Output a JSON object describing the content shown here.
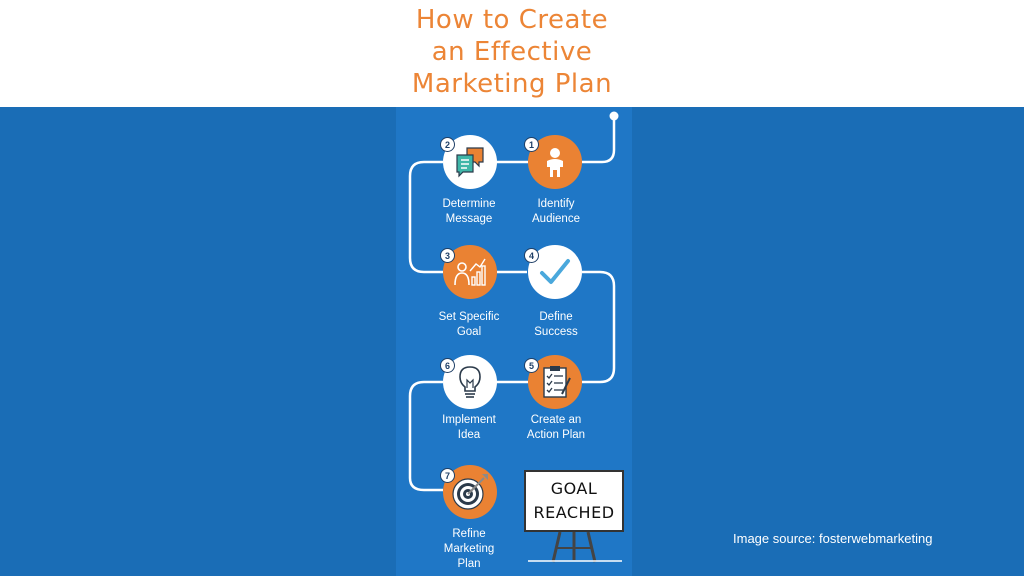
{
  "title": {
    "lines": [
      "How to Create",
      "an Effective",
      "Marketing Plan"
    ]
  },
  "steps": [
    {
      "number": "1",
      "label_lines": [
        "Identify",
        "Audience"
      ],
      "icon": "person-icon"
    },
    {
      "number": "2",
      "label_lines": [
        "Determine",
        "Message"
      ],
      "icon": "chat-bubble-icon"
    },
    {
      "number": "3",
      "label_lines": [
        "Set Specific",
        "Goal"
      ],
      "icon": "growth-chart-icon"
    },
    {
      "number": "4",
      "label_lines": [
        "Define",
        "Success"
      ],
      "icon": "checkmark-icon"
    },
    {
      "number": "5",
      "label_lines": [
        "Create an",
        "Action Plan"
      ],
      "icon": "checklist-clipboard-icon"
    },
    {
      "number": "6",
      "label_lines": [
        "Implement",
        "Idea"
      ],
      "icon": "lightbulb-icon"
    },
    {
      "number": "7",
      "label_lines": [
        "Refine",
        "Marketing",
        "Plan"
      ],
      "icon": "target-icon"
    }
  ],
  "goal_board": {
    "lines": [
      "GOAL",
      "REACHED"
    ]
  },
  "credit": "Image source: fosterwebmarketing",
  "colors": {
    "background_blue": "#1a6db6",
    "panel_blue": "#1f77c6",
    "accent_orange": "#ea8233",
    "title_orange": "#ec8536",
    "white": "#ffffff"
  }
}
